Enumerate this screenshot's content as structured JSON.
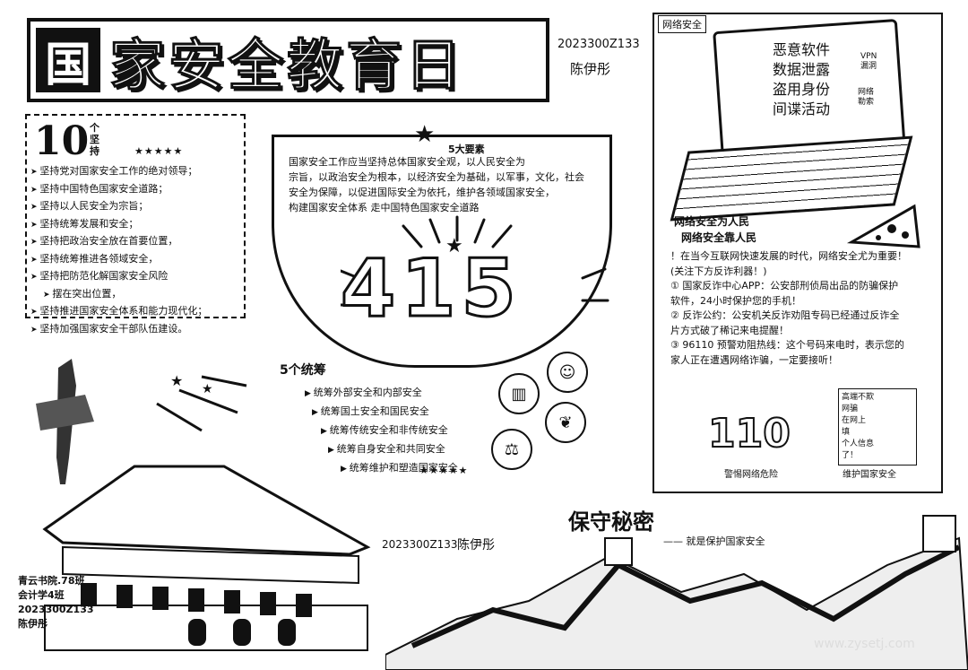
{
  "title": {
    "first_char": "国",
    "rest": "家安全教育日"
  },
  "author_top": {
    "id": "2023300Z133",
    "name": "陈伊彤"
  },
  "ten_section": {
    "number": "10",
    "label": "个坚持",
    "stars": "★★★★★",
    "items": [
      "坚持党对国家安全工作的绝对领导；",
      "坚持中国特色国家安全道路；",
      "坚持以人民安全为宗旨；",
      "坚持统筹发展和安全；",
      "坚持把政治安全放在首要位置，",
      "坚持统筹推进各领域安全，",
      "坚持把防范化解国家安全风险",
      "摆在突出位置，",
      "坚持推进国家安全体系和能力现代化；",
      "坚持加强国家安全干部队伍建设。"
    ]
  },
  "center": {
    "subtitle": "5大要素",
    "lines": [
      "国家安全工作应当坚持总体国家安全观，以人民安全为",
      "宗旨，以政治安全为根本，以经济安全为基础，以军事，文化，社会",
      "安全为保障，以促进国际安全为依托，维护各领域国家安全，",
      "构建国家安全体系      走中国特色国家安全道路"
    ],
    "big_number": "415",
    "tong_title": "5个统筹",
    "tong_items": [
      "统筹外部安全和内部安全",
      "统筹国土安全和国民安全",
      "统筹传统安全和非传统安全",
      "统筹自身安全和共同安全",
      "统筹维护和塑造国家安全"
    ],
    "tong_stars": "★★★★★"
  },
  "network": {
    "tag": "网络安全",
    "screen_items": [
      "恶意软件",
      "数据泄露",
      "盗用身份",
      "间谍活动"
    ],
    "side_a": [
      "VPN",
      "漏洞"
    ],
    "side_b": [
      "网络",
      "勒索"
    ],
    "heading": [
      "网络安全为人民",
      "网络安全靠人民"
    ],
    "lines": [
      "！在当今互联网快速发展的时代，网络安全尤为重要！",
      "(关注下方反诈利器！)",
      "① 国家反诈中心APP：公安部刑侦局出品的防骗保护",
      "软件，24小时保护您的手机！",
      "② 反诈公约：公安机关反诈劝阻专码已经通过反诈全",
      "片方式破了稀记来电提醒！",
      "③ 96110 预警劝阻热线：这个号码来电时，表示您的",
      "家人正在遭遇网络诈骗，一定要接听！"
    ],
    "note": [
      "高端不欺",
      "网骗",
      "在网上",
      "填",
      "个人信息",
      "了！"
    ],
    "num110": "110",
    "bottom_left": "警惕网络危险",
    "bottom_right": "维护国家安全"
  },
  "bottom": {
    "bao": "保守秘密",
    "bao_sub": "—— 就是保护国家安全",
    "id": "2023300Z133",
    "name": "陈伊彤",
    "corner": [
      "青云书院.78班",
      "会计学4班",
      "2023300Z133",
      "陈伊彤"
    ]
  },
  "watermark": "www.zysetj.com"
}
